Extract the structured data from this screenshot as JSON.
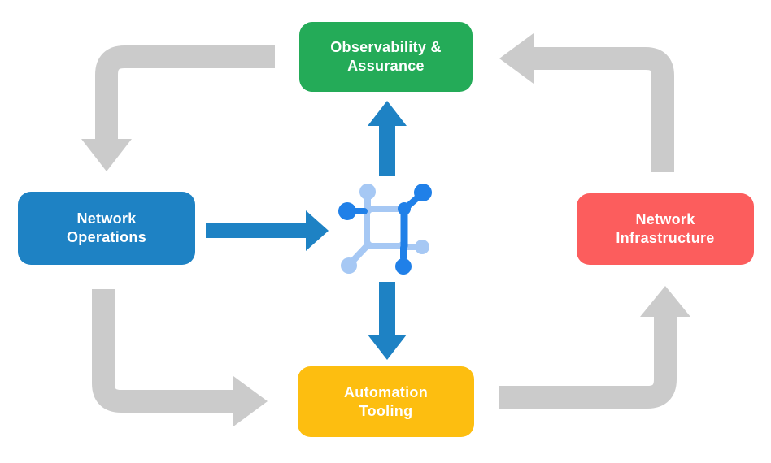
{
  "canvas": {
    "background": "#FFFFFF"
  },
  "colors": {
    "arrow_gray": "#CBCBCB",
    "arrow_blue": "#1E82C4",
    "icon_blue": "#2080E8",
    "icon_light_blue": "#A6C8F4",
    "node_text": "#FFFFFF"
  },
  "nodes": {
    "observability": {
      "lines": [
        "Observability &",
        "Assurance"
      ],
      "color": "#24AB58"
    },
    "network_operations": {
      "lines": [
        "Network",
        "Operations"
      ],
      "color": "#1E82C4"
    },
    "network_infrastructure": {
      "lines": [
        "Network",
        "Infrastructure"
      ],
      "color": "#FC5D5D"
    },
    "automation_tooling": {
      "lines": [
        "Automation",
        "Tooling"
      ],
      "color": "#FDBE10"
    }
  },
  "flows": {
    "outer_cycle": [
      "Observability & Assurance -> Network Operations",
      "Network Operations -> Automation Tooling",
      "Automation Tooling -> Network Infrastructure",
      "Network Infrastructure -> Observability & Assurance"
    ],
    "center_links": [
      "Network Operations -> center icon",
      "center icon -> Observability & Assurance",
      "center icon -> Automation Tooling"
    ]
  }
}
